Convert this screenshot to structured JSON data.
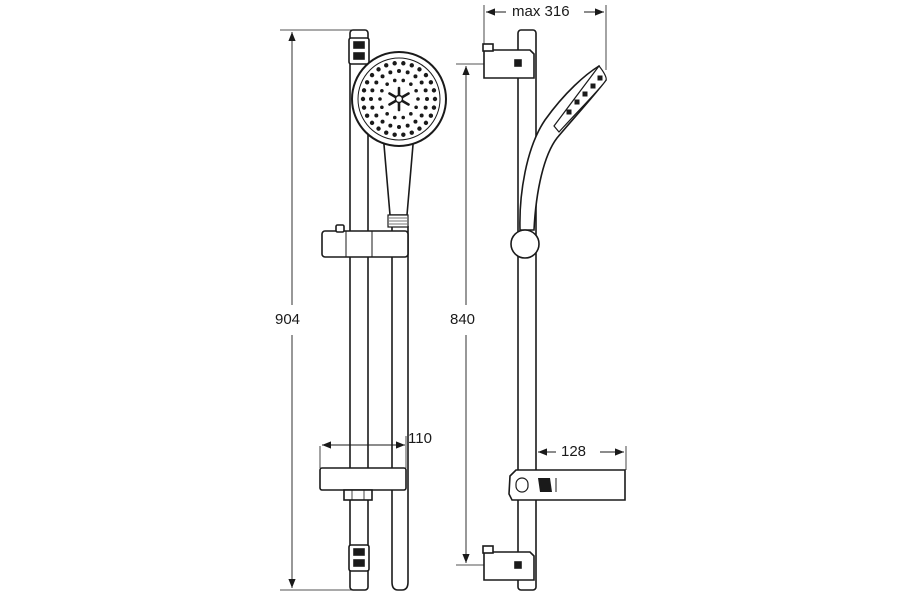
{
  "dimensions": {
    "overall_height": "904",
    "rail_length": "840",
    "max_projection": "max 316",
    "soap_dish_depth": "110",
    "soap_dish_projection": "128"
  },
  "colors": {
    "line": "#1a1a1a",
    "background": "#ffffff",
    "thread": "#444444"
  }
}
